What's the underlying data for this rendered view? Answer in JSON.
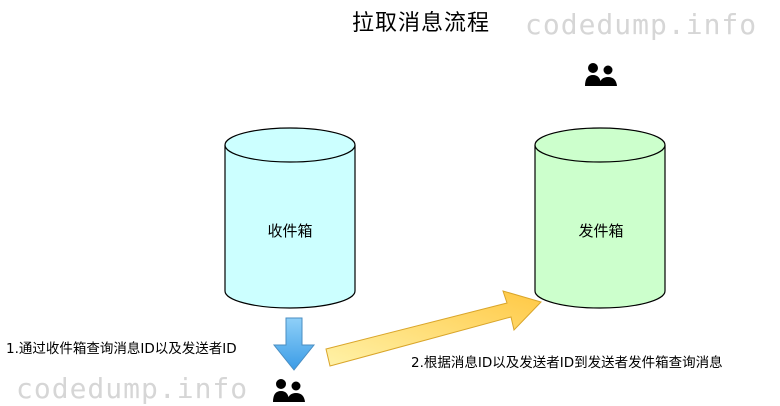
{
  "title": "拉取消息流程",
  "watermark": "codedump.info",
  "inbox": {
    "label": "收件箱",
    "fill": "#ccffff",
    "stroke": "#000000"
  },
  "outbox": {
    "label": "发件箱",
    "fill": "#ccffcc",
    "stroke": "#000000"
  },
  "steps": {
    "step1": "1.通过收件箱查询消息ID以及发送者ID",
    "step2": "2.根据消息ID以及发送者ID到发送者发件箱查询消息"
  },
  "colors": {
    "down_arrow": "#5bb0ec",
    "diagonal_arrow": "#ffd966",
    "diagonal_arrow_edge": "#e0b030"
  },
  "icons": [
    "users-icon-top",
    "users-icon-bottom"
  ]
}
